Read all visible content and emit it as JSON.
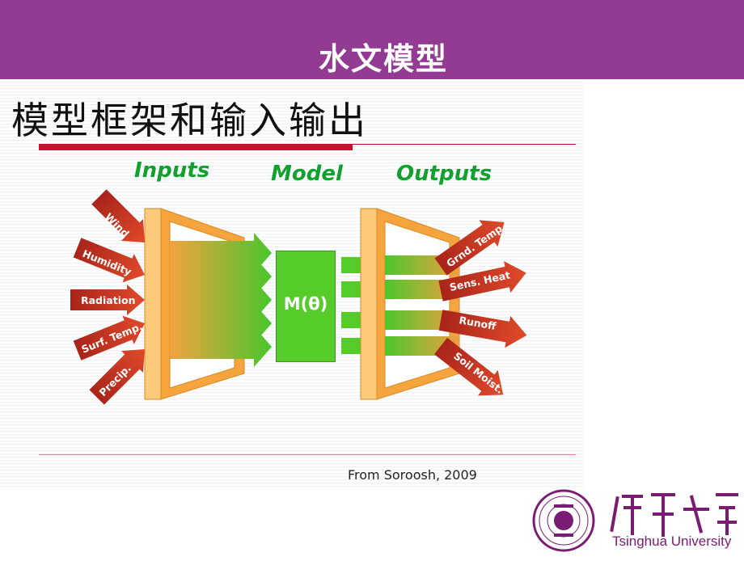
{
  "header": {
    "title": "水文模型"
  },
  "slide": {
    "title": "模型框架和输入输出",
    "headings": {
      "inputs": "Inputs",
      "model": "Model",
      "outputs": "Outputs"
    },
    "model_label": "M(θ)",
    "inputs": [
      "Wind",
      "Humidity",
      "Radiation",
      "Surf. Temp.",
      "Precip."
    ],
    "outputs": [
      "Grnd. Temp.",
      "Sens. Heat",
      "Runoff",
      "Soil Moist."
    ],
    "source": "From Soroosh, 2009"
  },
  "footer": {
    "university": "Tsinghua University"
  },
  "colors": {
    "header": "#933a92",
    "arrow": "#c0392b",
    "green": "#55cc2a",
    "orange": "#f2a640",
    "rule": "#c8102e"
  }
}
